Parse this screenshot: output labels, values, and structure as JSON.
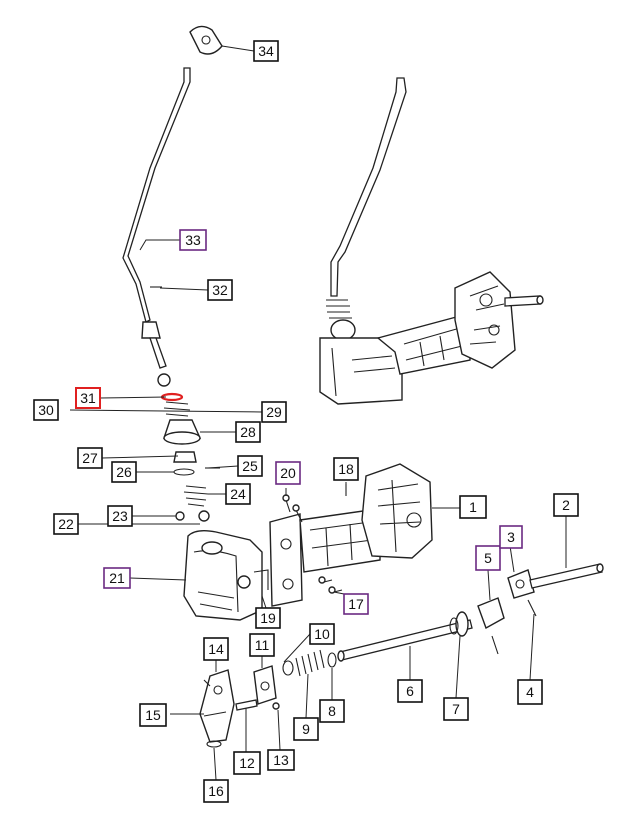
{
  "diagram": {
    "callouts": [
      {
        "id": "c34",
        "label": "34",
        "color": "#111111"
      },
      {
        "id": "c33",
        "label": "33",
        "color": "#6a2a82"
      },
      {
        "id": "c32",
        "label": "32",
        "color": "#111111"
      },
      {
        "id": "c31",
        "label": "31",
        "color": "#e02020"
      },
      {
        "id": "c30",
        "label": "30",
        "color": "#111111"
      },
      {
        "id": "c29",
        "label": "29",
        "color": "#111111"
      },
      {
        "id": "c28",
        "label": "28",
        "color": "#111111"
      },
      {
        "id": "c27",
        "label": "27",
        "color": "#111111"
      },
      {
        "id": "c26",
        "label": "26",
        "color": "#111111"
      },
      {
        "id": "c25",
        "label": "25",
        "color": "#111111"
      },
      {
        "id": "c24",
        "label": "24",
        "color": "#111111"
      },
      {
        "id": "c23",
        "label": "23",
        "color": "#111111"
      },
      {
        "id": "c22",
        "label": "22",
        "color": "#111111"
      },
      {
        "id": "c21",
        "label": "21",
        "color": "#6a2a82"
      },
      {
        "id": "c20",
        "label": "20",
        "color": "#6a2a82"
      },
      {
        "id": "c19",
        "label": "19",
        "color": "#111111"
      },
      {
        "id": "c18",
        "label": "18",
        "color": "#111111"
      },
      {
        "id": "c17",
        "label": "17",
        "color": "#6a2a82"
      },
      {
        "id": "c16",
        "label": "16",
        "color": "#111111"
      },
      {
        "id": "c15",
        "label": "15",
        "color": "#111111"
      },
      {
        "id": "c14",
        "label": "14",
        "color": "#111111"
      },
      {
        "id": "c13",
        "label": "13",
        "color": "#111111"
      },
      {
        "id": "c12",
        "label": "12",
        "color": "#111111"
      },
      {
        "id": "c11",
        "label": "11",
        "color": "#111111"
      },
      {
        "id": "c10",
        "label": "10",
        "color": "#111111"
      },
      {
        "id": "c9",
        "label": "9",
        "color": "#111111"
      },
      {
        "id": "c8",
        "label": "8",
        "color": "#111111"
      },
      {
        "id": "c7",
        "label": "7",
        "color": "#111111"
      },
      {
        "id": "c6",
        "label": "6",
        "color": "#111111"
      },
      {
        "id": "c5",
        "label": "5",
        "color": "#6a2a82"
      },
      {
        "id": "c4",
        "label": "4",
        "color": "#111111"
      },
      {
        "id": "c3",
        "label": "3",
        "color": "#6a2a82"
      },
      {
        "id": "c2",
        "label": "2",
        "color": "#111111"
      },
      {
        "id": "c1",
        "label": "1",
        "color": "#111111"
      }
    ]
  }
}
